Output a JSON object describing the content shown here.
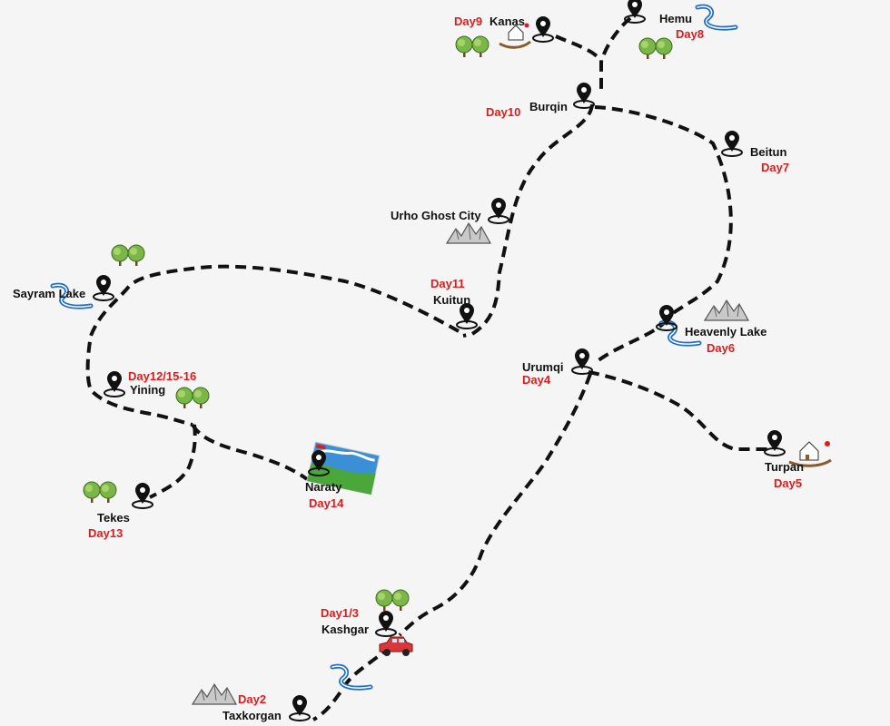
{
  "colors": {
    "day_label": "#d81e1e",
    "route": "#111111",
    "tree": "#7ab648",
    "river": "#1f6fc0",
    "mountain": "#8a8a8a"
  },
  "places": [
    {
      "name": "Kanas",
      "day": "Day9"
    },
    {
      "name": "Hemu",
      "day": "Day8"
    },
    {
      "name": "Burqin",
      "day": "Day10"
    },
    {
      "name": "Beitun",
      "day": "Day7"
    },
    {
      "name": "Urho Ghost City",
      "day": ""
    },
    {
      "name": "Kuitun",
      "day": "Day11"
    },
    {
      "name": "Sayram Lake",
      "day": ""
    },
    {
      "name": "Heavenly Lake",
      "day": "Day6"
    },
    {
      "name": "Urumqi",
      "day": "Day4"
    },
    {
      "name": "Yining",
      "day": "Day12/15-16"
    },
    {
      "name": "Turpan",
      "day": "Day5"
    },
    {
      "name": "Naraty",
      "day": "Day14"
    },
    {
      "name": "Tekes",
      "day": "Day13"
    },
    {
      "name": "Kashgar",
      "day": "Day1/3"
    },
    {
      "name": "Taxkorgan",
      "day": "Day2"
    }
  ],
  "icons": [
    "location-pin-icon",
    "trees-icon",
    "river-icon",
    "mountain-icon",
    "car-icon",
    "grassland-photo-icon",
    "house-icon"
  ]
}
